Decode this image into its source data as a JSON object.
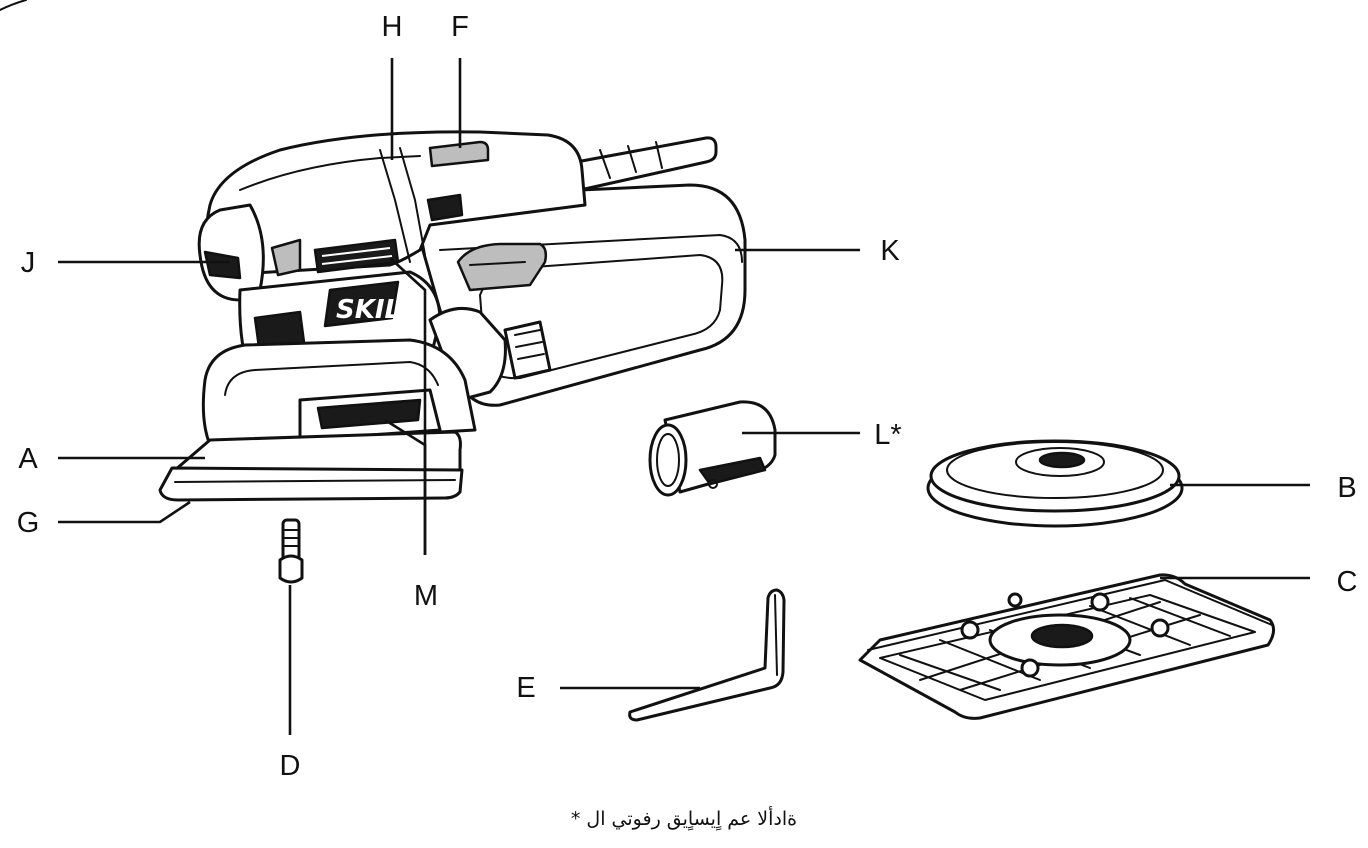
{
  "labels": {
    "A": "A",
    "B": "B",
    "C": "C",
    "D": "D",
    "E": "E",
    "F": "F",
    "G": "G",
    "H": "H",
    "J": "J",
    "K": "K",
    "L": "L*",
    "M": "M"
  },
  "brand_text": "SKIL",
  "footnote": "ةادألا عم اٍيساٍيق رفوتي ال  *",
  "icons": [
    "sander-drawing",
    "dust-adapter-drawing",
    "round-pad-drawing",
    "rectangular-pad-drawing",
    "screw-drawing",
    "hex-key-drawing"
  ]
}
